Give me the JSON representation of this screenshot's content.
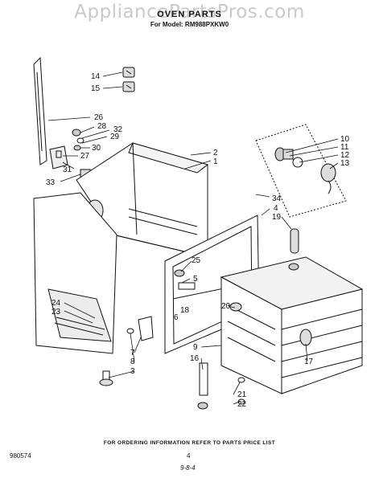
{
  "watermark": "AppliancePartsPros.com",
  "title": "OVEN PARTS",
  "subtitle": "For Model: RM988PXKW0",
  "callouts": [
    "14",
    "15",
    "26",
    "28",
    "32",
    "29",
    "30",
    "27",
    "31",
    "33",
    "10",
    "11",
    "12",
    "13",
    "2",
    "1",
    "34",
    "4",
    "19",
    "25",
    "5",
    "6",
    "18",
    "24",
    "23",
    "20",
    "7",
    "8",
    "3",
    "9",
    "16",
    "17",
    "21",
    "22"
  ],
  "footer": {
    "ordering_note": "FOR ORDERING INFORMATION REFER TO PARTS PRICE LIST",
    "doc_number": "980574",
    "page_number": "4",
    "code": "9-8-4"
  }
}
